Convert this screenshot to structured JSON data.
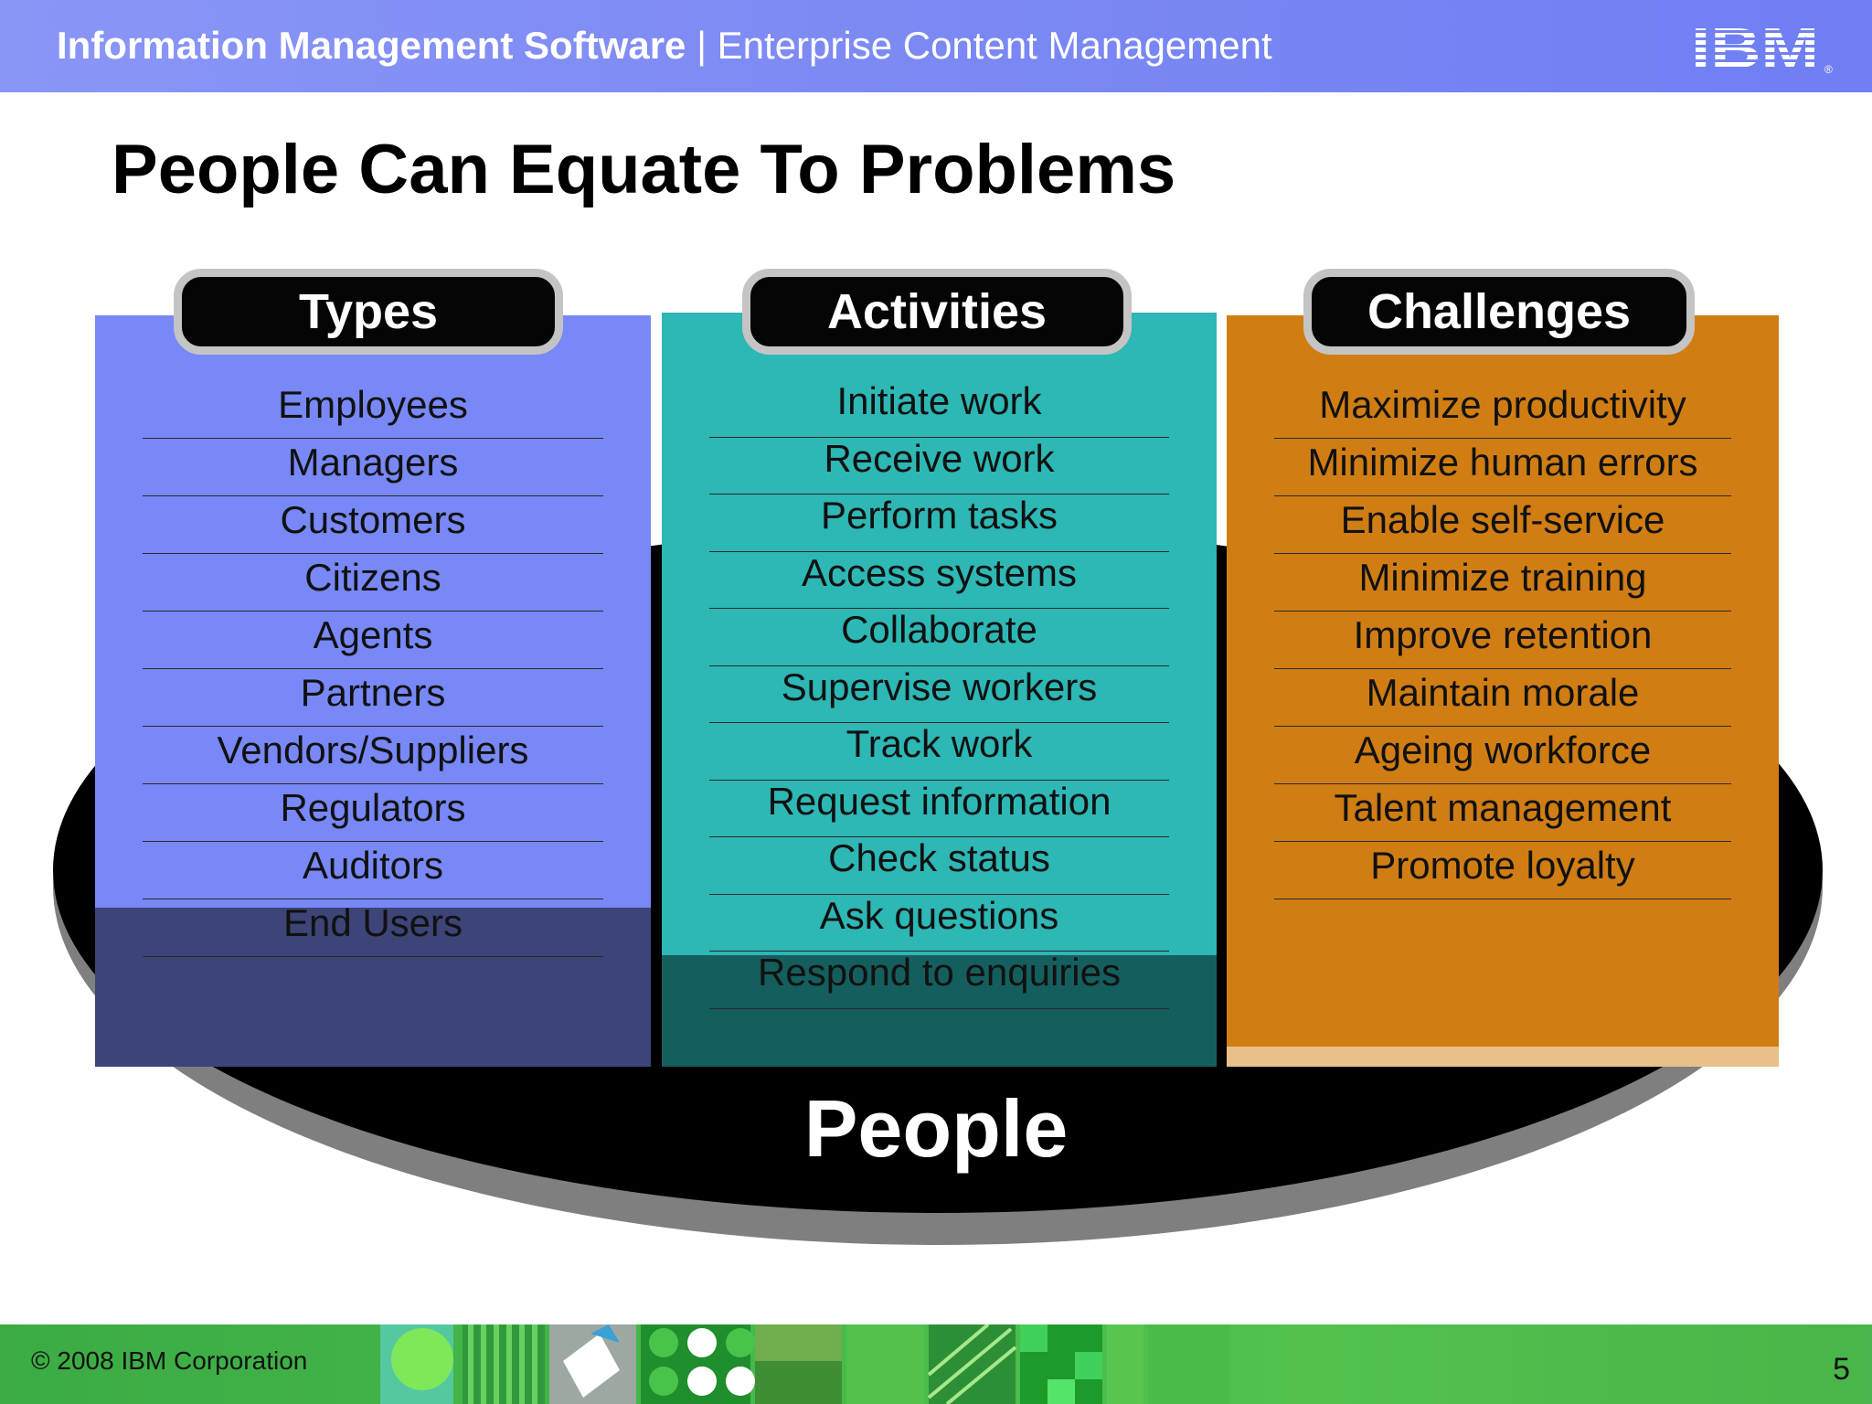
{
  "header": {
    "product_name": "Information Management Software",
    "separator": " | ",
    "subtitle": "Enterprise Content Management",
    "logo_text": "IBM"
  },
  "slide": {
    "title": "People Can Equate To Problems",
    "base_label": "People"
  },
  "columns": {
    "types": {
      "heading": "Types",
      "color": "#7888f6",
      "items": [
        "Employees",
        "Managers",
        "Customers",
        "Citizens",
        "Agents",
        "Partners",
        "Vendors/Suppliers",
        "Regulators",
        "Auditors",
        "End Users"
      ]
    },
    "activities": {
      "heading": "Activities",
      "color": "#2db7b5",
      "items": [
        "Initiate work",
        "Receive work",
        "Perform tasks",
        "Access systems",
        "Collaborate",
        "Supervise workers",
        "Track work",
        "Request information",
        "Check status",
        "Ask questions",
        "Respond to enquiries"
      ]
    },
    "challenges": {
      "heading": "Challenges",
      "color": "#d07d14",
      "items": [
        "Maximize productivity",
        "Minimize human errors",
        "Enable self-service",
        "Minimize training",
        "Improve retention",
        "Maintain morale",
        "Ageing workforce",
        "Talent management",
        "Promote loyalty"
      ]
    }
  },
  "footer": {
    "copyright": "© 2008 IBM Corporation",
    "page_number": "5"
  }
}
